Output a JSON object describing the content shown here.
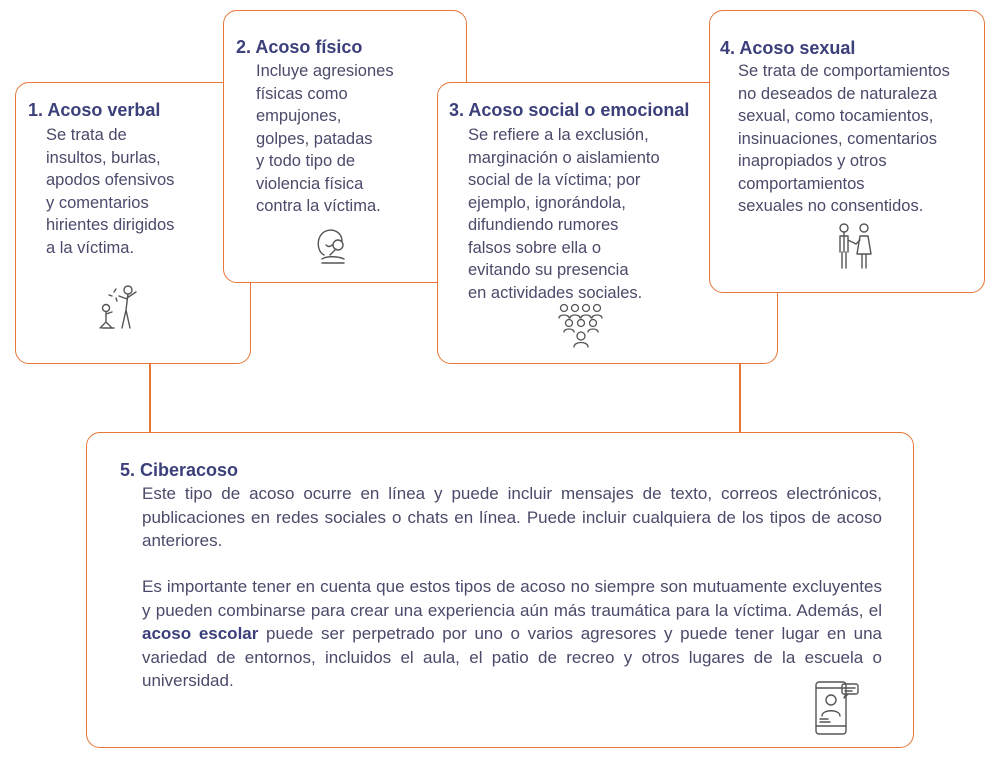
{
  "cards": [
    {
      "title": "1. Acoso verbal",
      "lines": [
        "Se trata de",
        "insultos, burlas,",
        "apodos ofensivos",
        "y comentarios",
        "hirientes dirigidos",
        "a la víctima."
      ],
      "icon": "verbal-abuse-icon"
    },
    {
      "title": "2. Acoso físico",
      "lines": [
        "Incluye agresiones",
        "físicas como",
        "empujones,",
        "golpes, patadas",
        "y todo tipo de",
        "violencia física",
        "contra la víctima."
      ],
      "icon": "physical-abuse-icon"
    },
    {
      "title": "3. Acoso social o emocional",
      "lines": [
        "Se refiere a la exclusión,",
        "marginación o aislamiento",
        "social de la víctima; por",
        "ejemplo, ignorándola,",
        "difundiendo rumores",
        "falsos sobre ella o",
        "evitando su presencia",
        "en actividades sociales."
      ],
      "icon": "social-exclusion-icon"
    },
    {
      "title": "4. Acoso sexual",
      "lines": [
        "Se trata de comportamientos",
        "no deseados de naturaleza",
        "sexual, como tocamientos,",
        "insinuaciones, comentarios",
        "inapropiados y otros",
        "comportamientos",
        "sexuales no consentidos."
      ],
      "icon": "couple-icon"
    }
  ],
  "cyber": {
    "title": "5. Ciberacoso",
    "paragraph1": "Este tipo de acoso ocurre en línea y puede incluir mensajes de texto, correos electrónicos, publicaciones en redes sociales o chats en línea. Puede incluir cualquiera de los tipos de acoso anteriores.",
    "paragraph2_before": "Es importante tener en cuenta que estos tipos de acoso no siempre son mutuamente excluyentes y pueden combinarse para crear una experiencia aún más traumática para la víctima. Además, el ",
    "paragraph2_bold": "acoso escolar",
    "paragraph2_after": " puede ser perpetrado por uno o varios agresores y puede tener lugar en una variedad de entornos, incluidos el aula, el patio de recreo y otros lugares de la escuela o universidad.",
    "icon": "phone-chat-icon"
  },
  "colors": {
    "border": "#e8773a",
    "title": "#3b3f7a",
    "text": "#4a4a6a"
  }
}
